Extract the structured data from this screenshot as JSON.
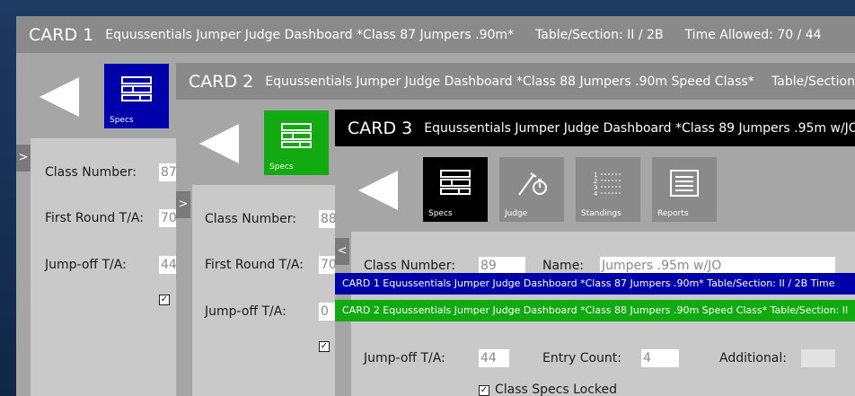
{
  "card1": {
    "title": "CARD 1",
    "dashboard": "Equussentials Jumper Judge Dashboard *Class 87 Jumpers .90m*",
    "table_section": "Table/Section: II / 2B",
    "time_allowed": "Time Allowed: 70 / 44",
    "tile_label": "Specs",
    "toggle": ">",
    "fields": {
      "class_number_label": "Class Number:",
      "class_number_value": "87",
      "first_round_label": "First Round T/A:",
      "first_round_value": "70",
      "jumpoff_label": "Jump-off T/A:",
      "jumpoff_value": "44"
    },
    "checkbox_mark": "✓"
  },
  "card2": {
    "title": "CARD 2",
    "dashboard": "Equussentials Jumper Judge Dashboard *Class 88 Jumpers .90m Speed Class*",
    "table_section": "Table/Section",
    "tile_label": "Specs",
    "toggle": ">",
    "fields": {
      "class_number_label": "Class Number:",
      "class_number_value": "88",
      "first_round_label": "First Round T/A:",
      "first_round_value": "70",
      "jumpoff_label": "Jump-off T/A:",
      "jumpoff_value": "0"
    },
    "checkbox_mark": "✓"
  },
  "card3": {
    "title": "CARD 3",
    "dashboard": "Equussentials Jumper Judge Dashboard *Class 89 Jumpers .95m w/JO",
    "toggle": "<",
    "tiles": [
      {
        "label": "Specs"
      },
      {
        "label": "Judge"
      },
      {
        "label": "Standings"
      },
      {
        "label": "Reports"
      }
    ],
    "fields": {
      "class_number_label": "Class Number:",
      "class_number_value": "89",
      "name_label": "Name:",
      "name_value": "Jumpers .95m w/JO",
      "jumpoff_label": "Jump-off T/A:",
      "jumpoff_value": "44",
      "entry_count_label": "Entry Count:",
      "entry_count_value": "4",
      "additional_label": "Additional:",
      "additional_value": "",
      "locked_label": "Class Specs Locked"
    },
    "checkbox_mark": "✓"
  },
  "strips": {
    "card1": "CARD 1 Equussentials Jumper Judge Dashboard *Class 87 Jumpers .90m*     Table/Section: II / 2B     Time",
    "card2": "CARD 2 Equussentials Jumper Judge Dashboard *Class 88 Jumpers .90m Speed Class*     Table/Section: II"
  },
  "colors": {
    "card1_accent": "#0000aa",
    "card2_accent": "#11aa11",
    "card3_titlebar": "#000000",
    "card_titlebar": "#8a8a8a",
    "card_body": "#a6a6a6",
    "panel": "#c9c9c9",
    "tile_gray": "#8a8a8a"
  },
  "icons": {
    "back": "triangle-left-icon",
    "specs": "specs-icon",
    "judge": "pen-stopwatch-icon",
    "standings": "standings-list-icon",
    "reports": "report-icon"
  }
}
